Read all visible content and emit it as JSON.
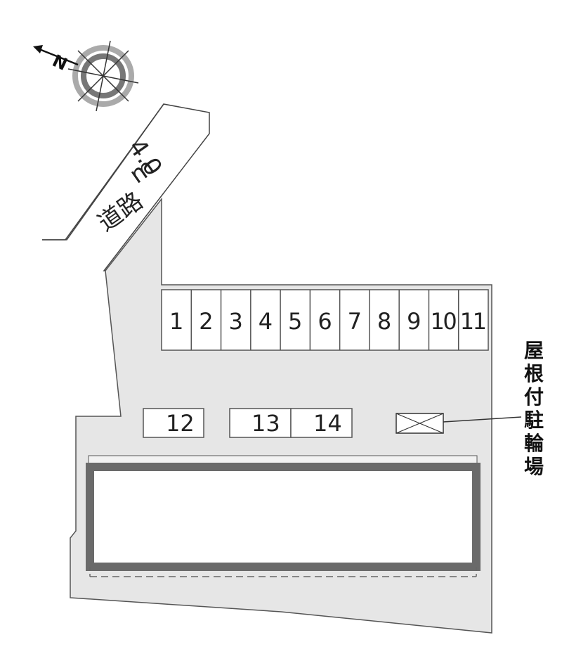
{
  "compass": {
    "north_label": "N"
  },
  "road": {
    "width_label": "4.0",
    "unit_label": "m",
    "name_label": "道路"
  },
  "parking": {
    "row_spaces": [
      "1",
      "2",
      "3",
      "4",
      "5",
      "6",
      "7",
      "8",
      "9",
      "10",
      "11"
    ],
    "single_spaces": [
      "12",
      "13",
      "14"
    ]
  },
  "bicycle_parking": {
    "label_chars": [
      "屋",
      "根",
      "付",
      "駐",
      "輪",
      "場"
    ]
  },
  "colors": {
    "lot_fill": "#e6e6e6",
    "building_outline": "#6a6a6a",
    "line": "#333333"
  }
}
